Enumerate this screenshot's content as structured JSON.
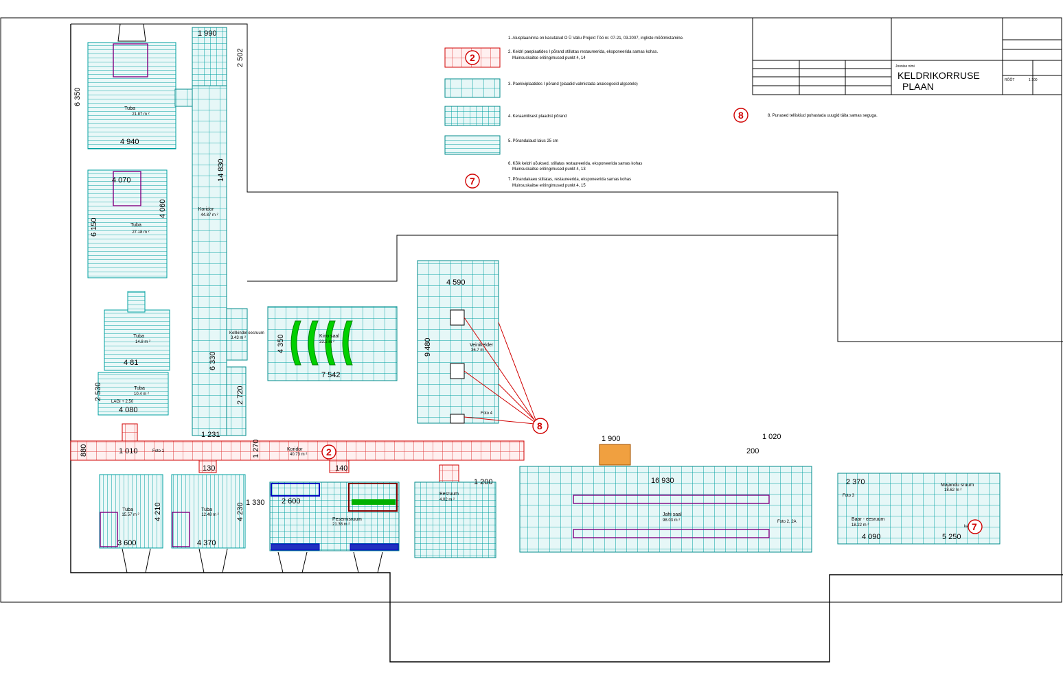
{
  "title_block": {
    "project_label": "Joonise nimi",
    "title_line1": "KELDRIKORRUSE",
    "title_line2": "PLAAN",
    "cell_a": "RÕÕT",
    "cell_b": "1:100"
  },
  "legend": {
    "note1": "1. Alusplaaninna on kasutatud O Ü Vallu Projekt Töö nr. 07-21, 03.2007, ingliste mõõtmistamine.",
    "note2a": "2. Keldri paeplaatides I põrand stillatas restaureerida, eksponeerida samas kohas.",
    "note2b": "Muinsuskaitse eritingimused punkt 4, 14",
    "note3": "3. Paekiviplaatides I põrand (plaadid valmistada analoogseid algsetele)",
    "note4": "4. Keraamilisest plaadist põrand",
    "note5": "5. Põrandalaud laius 25 cm",
    "note6a": "6. Kõik keldri uõuksed, stillatas restaureerida, eksponeerida samas kohas",
    "note6b": "Muinsuskaitse eritingimused punkt 4, 13",
    "note7a": "7. Põrandakaeu stillatas, restaureerida, eksponeerida samas kohas",
    "note7b": "Muinsuskaitse eritingimused punkt 4, 15",
    "note8": "8. Punased telliskiud puhastada uuugid täita samas seguga.",
    "marker2": "2",
    "marker7": "7",
    "marker8": "8"
  },
  "rooms": {
    "tuba1": {
      "name": "Tuba",
      "area": "21.87 m ²"
    },
    "tuba2": {
      "name": "Tuba",
      "area": "27.18 m ²"
    },
    "tuba3": {
      "name": "Tuba",
      "area": "14.8 m ²"
    },
    "tuba4": {
      "name": "Tuba",
      "area": "10.4 m ²"
    },
    "tuba5": {
      "name": "Tuba",
      "area": "15.57 m ²"
    },
    "tuba6": {
      "name": "Tuba",
      "area": "12.48 m ²"
    },
    "koridor1": {
      "name": "Koridor",
      "area": "44.87 m ²"
    },
    "koridor2": {
      "name": "Koridor",
      "area": "40.73 m ²"
    },
    "kellkindel": {
      "name": "Kellkindel eesruum",
      "area": "3.43 m ²"
    },
    "kino": {
      "name": "Kino saal",
      "area": "33.2 m ²"
    },
    "veinikelder": {
      "name": "Veinikelder",
      "area": "36.7 m ²"
    },
    "pesuruum": {
      "name": "Pesemisruum",
      "area": "21.38 m ²"
    },
    "eesruum": {
      "name": "Eesruum",
      "area": "4.02 m ²"
    },
    "jahisaal": {
      "name": "Jahi saal",
      "area": "98.03 m ²"
    },
    "majandusruum": {
      "name": "Majandu sruum",
      "area": "18.62 m ²"
    },
    "baar": {
      "name": "Baar - eesruum",
      "area": "18.22 m ²"
    }
  },
  "dimensions": {
    "d1990": "1 990",
    "d2502": "2 502",
    "d6350": "6 350",
    "d4940": "4 940",
    "d14830": "14 830",
    "d4070": "4 070",
    "d6150": "6 150",
    "d4060": "4 060",
    "d4590": "4 590",
    "d9480": "9 480",
    "d4350": "4 350",
    "d7542": "7 542",
    "d4810": "4 81",
    "d6330": "6 330",
    "d2720": "2 720",
    "d4080": "4 080",
    "d2530": "2 530",
    "d1231": "1 231",
    "d1010": "1 010",
    "d1270": "1 270",
    "d1900": "1 900",
    "d1020": "1 020",
    "d16930": "16 930",
    "d3600": "3 600",
    "d4370": "4 370",
    "d4210": "4 210",
    "d4230": "4 230",
    "d2600": "2 600",
    "d1330": "1 330",
    "d1200": "1 200",
    "d5250": "5 250",
    "d2370": "2 370",
    "d4090": "4 090",
    "d200": "200",
    "d130": "130",
    "d140": "140",
    "d880": "880",
    "lagi": "LAGI + 2.50"
  },
  "labels": {
    "foto1": "Foto 1",
    "foto22a": "Foto 2, 2A",
    "foto3": "Foto 3",
    "foto4": "Foto 4",
    "kaev": "kaev"
  }
}
